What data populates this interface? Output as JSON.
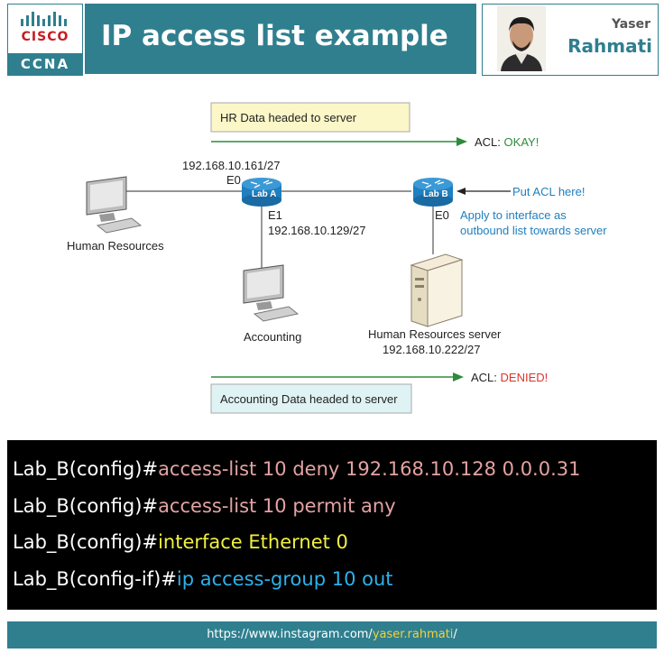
{
  "header": {
    "logo_brand": "CISCO",
    "logo_cert": "CCNA",
    "title": "IP access list example",
    "author_first": "Yaser",
    "author_last": "Rahmati"
  },
  "diagram": {
    "hr_flow_label": "HR Data headed to server",
    "acl_okay_prefix": "ACL:",
    "acl_okay_value": "OKAY!",
    "accounting_flow_label": "Accounting Data headed to server",
    "acl_denied_prefix": "ACL:",
    "acl_denied_value": "DENIED!",
    "router_a": "Lab A",
    "router_b": "Lab B",
    "router_a_e0_ip": "192.168.10.161/27",
    "router_a_e0": "E0",
    "router_a_e1": "E1",
    "router_a_e1_ip": "192.168.10.129/27",
    "router_b_e0": "E0",
    "put_acl": "Put ACL here!",
    "apply_line1": "Apply to interface as",
    "apply_line2": "outbound list towards server",
    "hr_pc": "Human Resources",
    "accounting_pc": "Accounting",
    "server_name": "Human Resources server",
    "server_ip": "192.168.10.222/27"
  },
  "code": {
    "lines": [
      {
        "prompt": "Lab_B(config)#",
        "command": "access-list 10 deny 192.168.10.128 0.0.0.31"
      },
      {
        "prompt": "Lab_B(config)#",
        "command": "access-list 10 permit any"
      },
      {
        "prompt": "Lab_B(config)#",
        "command": "interface Ethernet 0"
      },
      {
        "prompt": "Lab_B(config-if)#",
        "command": "ip access-group 10 out"
      }
    ]
  },
  "footer": {
    "url_prefix": "https://www.instagram.com/",
    "url_handle": "yaser.rahmati",
    "url_suffix": "/"
  },
  "colors": {
    "brand_teal": "#2f7f8f",
    "okay_green": "#2e8b3e",
    "denied_red": "#d9342b",
    "router_blue": "#1f7fbf"
  }
}
